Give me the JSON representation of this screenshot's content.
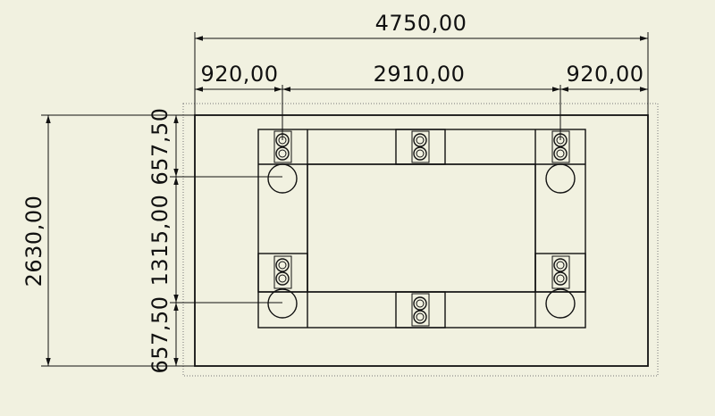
{
  "drawing": {
    "background_color": "#f1f1e0",
    "line_color": "#111111"
  },
  "dimensions": {
    "overall_width": "4750,00",
    "left_offset": "920,00",
    "middle_span": "2910,00",
    "right_offset": "920,00",
    "overall_height": "2630,00",
    "top_offset": "657,50",
    "middle_height": "1315,00",
    "bottom_offset": "657,50"
  }
}
